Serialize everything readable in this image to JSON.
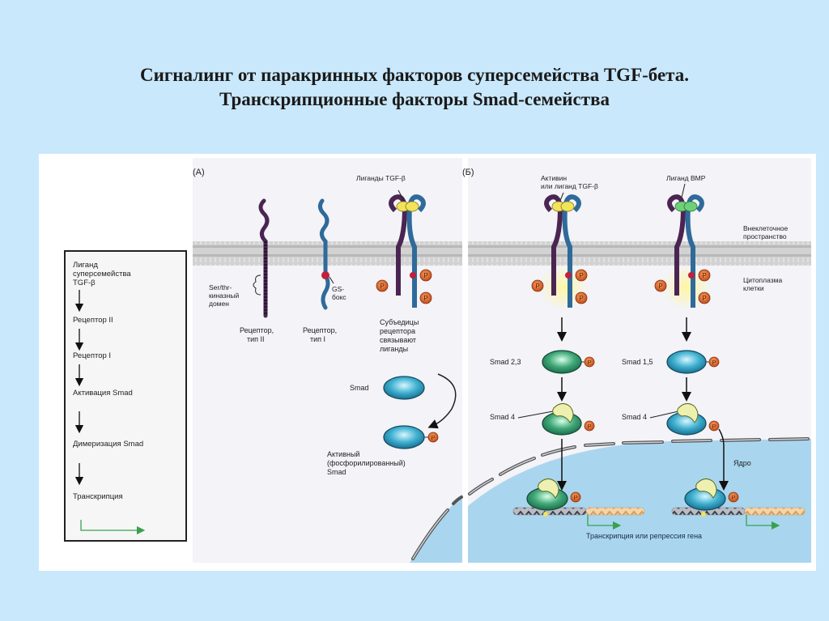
{
  "title": {
    "line1": "Сигналинг от паракринных факторов суперсемейства TGF-бета.",
    "line2": "Транскрипционные факторы Smad-семейства"
  },
  "colors": {
    "slide_background": "#c9e8fb",
    "figure_background": "#ffffff",
    "panel_background": "#f3f3f8",
    "nucleus": "#a9d6ee",
    "receptor_type2": "#4a2552",
    "receptor_type1": "#2f6a9a",
    "phosphate": "#e06a2a",
    "smad23": "#3aa07a",
    "smad15": "#2e9ac0",
    "smad4": "#eef0b0",
    "ligand_tgf": "#f2e35a",
    "ligand_bmp": "#6fd07a",
    "gs_box": "#c0203a",
    "arrow_green": "#3aa050"
  },
  "flowchart": {
    "steps": [
      "Лиганд суперсемейства TGF-β",
      "Рецептор II",
      "Рецептор I",
      "Активация Smad",
      "Димеризация Smad",
      "Транскрипция"
    ]
  },
  "panel_a": {
    "label": "(А)",
    "ligand_label": "Лиганды TGF-β",
    "kinase_domain_label": [
      "Ser/thr-",
      "киназный",
      "домен"
    ],
    "gs_box_label": [
      "GS-",
      "бокс"
    ],
    "receptor2_label": [
      "Рецептор,",
      "тип II"
    ],
    "receptor1_label": [
      "Рецептор,",
      "тип I"
    ],
    "complex_label": [
      "Субъедицы",
      "рецептора",
      "связывают",
      "лиганды"
    ],
    "smad_label": "Smad",
    "active_smad_label": [
      "Активный",
      "(фосфорилированный)",
      "Smad"
    ],
    "phosphate_symbol": "P"
  },
  "panel_b": {
    "label": "(Б)",
    "activin_label": [
      "Активин",
      "или лиганд TGF-β"
    ],
    "bmp_label": "Лиганд ВМР",
    "extracellular_label": [
      "Внеклеточное",
      "пространство"
    ],
    "cytoplasm_label": [
      "Цитоплазма",
      "клетки"
    ],
    "smad23_label": "Smad 2,3",
    "smad15_label": "Smad 1,5",
    "smad4_label_left": "Smad 4",
    "smad4_label_right": "Smad 4",
    "nucleus_label": "Ядро",
    "transcription_label": "Транскрипция или репрессия гена",
    "phosphate_symbol": "P"
  }
}
